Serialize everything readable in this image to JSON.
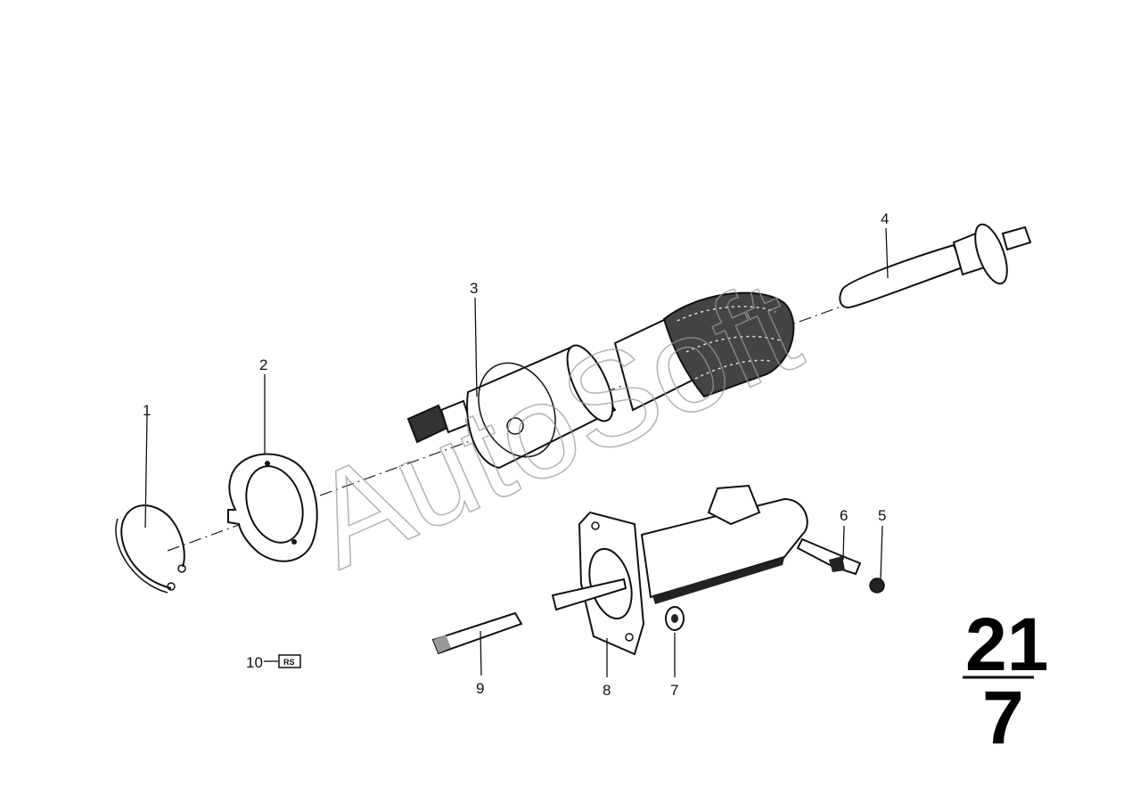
{
  "watermark": "AutoSoft",
  "callouts": {
    "c1": "1",
    "c2": "2",
    "c3": "3",
    "c4": "4",
    "c5": "5",
    "c6": "6",
    "c7": "7",
    "c8": "8",
    "c9": "9",
    "c10": "10"
  },
  "kit_badge": "RS",
  "group_number": {
    "numerator": "21",
    "denominator": "7"
  },
  "colors": {
    "ink": "#111111",
    "background": "#ffffff",
    "watermark": "#999999"
  }
}
